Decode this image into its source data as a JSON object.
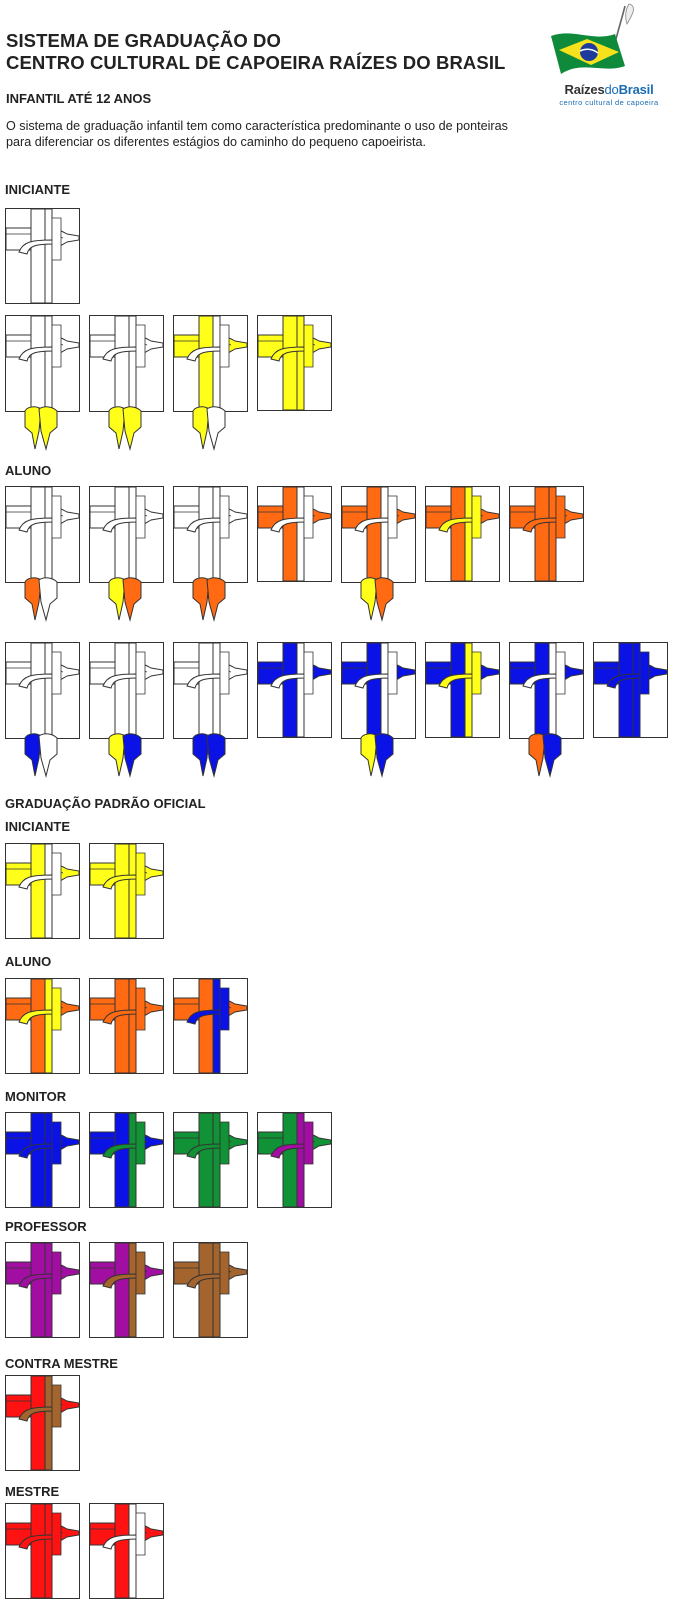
{
  "header": {
    "title_line1": "SISTEMA DE GRADUAÇÃO DO",
    "title_line2": "CENTRO CULTURAL DE CAPOEIRA RAÍZES DO BRASIL",
    "subtitle": "INFANTIL ATÉ 12 ANOS",
    "intro": "O sistema de graduação infantil tem como característica predominante o uso de ponteiras para diferenciar os diferentes estágios do caminho do pequeno capoeirista."
  },
  "logo": {
    "name_part1": "Raízes",
    "name_part2": "do",
    "name_part3": "Brasil",
    "tagline": "centro cultural de capoeira",
    "colors": {
      "green": "#0f8a3a",
      "yellow": "#f6e21c",
      "blue": "#1e3a9c",
      "white": "#ffffff"
    }
  },
  "sections": {
    "infantil_iniciante": "INICIANTE",
    "infantil_aluno": "ALUNO",
    "oficial": "GRADUAÇÃO PADRÃO OFICIAL",
    "oficial_iniciante": "INICIANTE",
    "oficial_aluno": "ALUNO",
    "monitor": "MONITOR",
    "professor": "PROFESSOR",
    "contra_mestre": "CONTRA MESTRE",
    "mestre": "MESTRE"
  },
  "palette": {
    "white": "#ffffff",
    "yellow": "#ffff1a",
    "orange": "#ff6a13",
    "blue": "#0a12e6",
    "green": "#119236",
    "purple": "#a20ea2",
    "brown": "#a4642d",
    "red": "#ff1212",
    "outline": "#333333"
  },
  "cords": [
    {
      "c1": "white",
      "c2": "white",
      "tip": null
    },
    {
      "c1": "white",
      "c2": "white",
      "tip": [
        "yellow",
        "yellow"
      ]
    },
    {
      "c1": "white",
      "c2": "white",
      "tip": [
        "yellow",
        "yellow"
      ]
    },
    {
      "c1": "yellow",
      "c2": "white",
      "tip": [
        "yellow",
        "white"
      ]
    },
    {
      "c1": "yellow",
      "c2": "yellow",
      "tip": null
    },
    {
      "c1": "white",
      "c2": "white",
      "tip": [
        "orange",
        "white"
      ]
    },
    {
      "c1": "white",
      "c2": "white",
      "tip": [
        "yellow",
        "orange"
      ]
    },
    {
      "c1": "white",
      "c2": "white",
      "tip": [
        "orange",
        "orange"
      ]
    },
    {
      "c1": "orange",
      "c2": "white",
      "tip": null
    },
    {
      "c1": "orange",
      "c2": "white",
      "tip": [
        "yellow",
        "orange"
      ]
    },
    {
      "c1": "orange",
      "c2": "yellow",
      "tip": null
    },
    {
      "c1": "orange",
      "c2": "orange",
      "tip": null
    },
    {
      "c1": "white",
      "c2": "white",
      "tip": [
        "blue",
        "white"
      ]
    },
    {
      "c1": "white",
      "c2": "white",
      "tip": [
        "yellow",
        "blue"
      ]
    },
    {
      "c1": "white",
      "c2": "white",
      "tip": [
        "blue",
        "blue"
      ]
    },
    {
      "c1": "blue",
      "c2": "white",
      "tip": null
    },
    {
      "c1": "blue",
      "c2": "white",
      "tip": [
        "yellow",
        "blue"
      ]
    },
    {
      "c1": "blue",
      "c2": "yellow",
      "tip": null
    },
    {
      "c1": "blue",
      "c2": "white",
      "tip": [
        "orange",
        "blue"
      ]
    },
    {
      "c1": "blue",
      "c2": "blue",
      "tip": null
    },
    {
      "c1": "yellow",
      "c2": "white",
      "tip": null
    },
    {
      "c1": "yellow",
      "c2": "yellow",
      "tip": null
    },
    {
      "c1": "orange",
      "c2": "yellow",
      "tip": null
    },
    {
      "c1": "orange",
      "c2": "orange",
      "tip": null
    },
    {
      "c1": "orange",
      "c2": "blue",
      "tip": null
    },
    {
      "c1": "blue",
      "c2": "blue",
      "tip": null
    },
    {
      "c1": "blue",
      "c2": "green",
      "tip": null
    },
    {
      "c1": "green",
      "c2": "green",
      "tip": null
    },
    {
      "c1": "green",
      "c2": "purple",
      "tip": null
    },
    {
      "c1": "purple",
      "c2": "purple",
      "tip": null
    },
    {
      "c1": "purple",
      "c2": "brown",
      "tip": null
    },
    {
      "c1": "brown",
      "c2": "brown",
      "tip": null
    },
    {
      "c1": "red",
      "c2": "brown",
      "tip": null
    },
    {
      "c1": "red",
      "c2": "red",
      "tip": null
    },
    {
      "c1": "red",
      "c2": "white",
      "tip": null
    }
  ]
}
